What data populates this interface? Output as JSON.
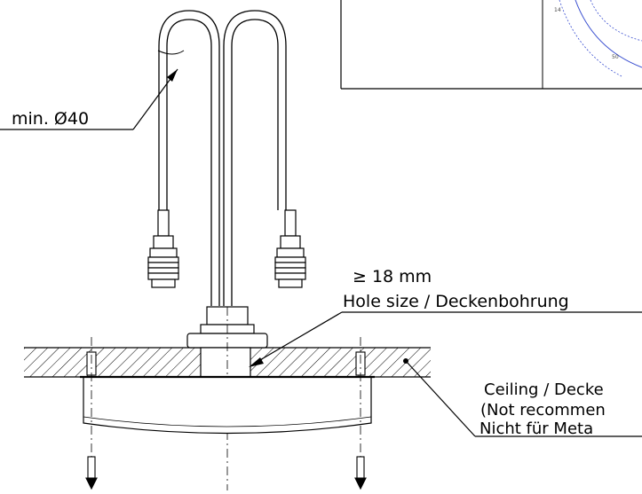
{
  "labels": {
    "bend_radius": "min. Ø40",
    "hole_min": "≥ 18 mm",
    "hole_size": "Hole size / Deckenbohrung",
    "ceiling_line1": "Ceiling / Decke",
    "ceiling_line2": "(Not recommen",
    "ceiling_line3": "Nicht für Meta"
  },
  "inset_ticks": {
    "tick_a": "14",
    "tick_b": "50"
  },
  "colors": {
    "ink": "#000000",
    "dim": "#333333",
    "hatch": "#000000",
    "chart_blue": "#3a4fd0"
  }
}
